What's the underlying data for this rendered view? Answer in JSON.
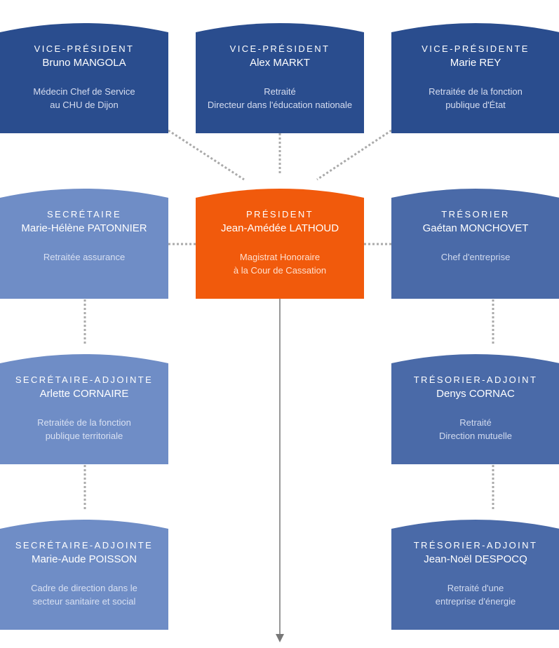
{
  "colors": {
    "president": "#f15a0c",
    "vice": "#2a4d8e",
    "treasurer": "#4a6aa8",
    "secretary": "#6f8dc6",
    "connector": "#aaaaaa",
    "arrow": "#777777"
  },
  "cards": {
    "vp1": {
      "role": "VICE-PRÉSIDENT",
      "name": "Bruno MANGOLA",
      "desc": "Médecin Chef de Service\nau CHU de Dijon"
    },
    "vp2": {
      "role": "VICE-PRÉSIDENT",
      "name": "Alex MARKT",
      "desc": "Retraité\nDirecteur dans l'éducation nationale"
    },
    "vp3": {
      "role": "VICE-PRÉSIDENTE",
      "name": "Marie REY",
      "desc": "Retraitée de la fonction\npublique d'État"
    },
    "sec": {
      "role": "SECRÉTAIRE",
      "name": "Marie-Hélène PATONNIER",
      "desc": "Retraitée assurance"
    },
    "pres": {
      "role": "PRÉSIDENT",
      "name": "Jean-Amédée LATHOUD",
      "desc": "Magistrat Honoraire\nà la Cour de Cassation"
    },
    "tres": {
      "role": "TRÉSORIER",
      "name": "Gaétan MONCHOVET",
      "desc": "Chef d'entreprise"
    },
    "sa1": {
      "role": "SECRÉTAIRE-ADJOINTE",
      "name": "Arlette CORNAIRE",
      "desc": "Retraitée de la fonction\npublique territoriale"
    },
    "ta1": {
      "role": "TRÉSORIER-ADJOINT",
      "name": "Denys CORNAC",
      "desc": "Retraité\nDirection mutuelle"
    },
    "sa2": {
      "role": "SECRÉTAIRE-ADJOINTE",
      "name": "Marie-Aude POISSON",
      "desc": "Cadre de direction dans le\nsecteur sanitaire et social"
    },
    "ta2": {
      "role": "TRÉSORIER-ADJOINT",
      "name": "Jean-Noël DESPOCQ",
      "desc": "Retraité d'une\nentreprise d'énergie"
    }
  }
}
